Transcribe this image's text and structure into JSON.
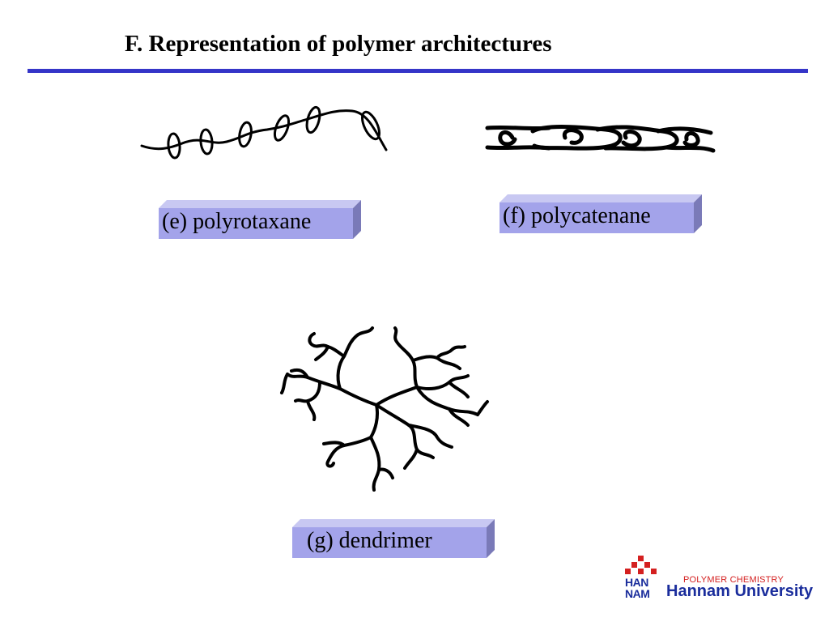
{
  "slide": {
    "title": "F. Representation of polymer architectures",
    "accent_color": "#3535c8"
  },
  "panels": [
    {
      "label": "(e) polyrotaxane",
      "figure": "polyrotaxane"
    },
    {
      "label": "(f) polycatenane",
      "figure": "polycatenane"
    },
    {
      "label": "(g) dendrimer",
      "figure": "dendrimer"
    }
  ],
  "label_box": {
    "face_color": "#a3a3ea",
    "top_color": "#c8c8f2",
    "side_color": "#7a7ab8"
  },
  "logo": {
    "han_line1": "HAN",
    "han_line2": "NAM",
    "subtitle": "POLYMER  CHEMISTRY",
    "name": "Hannam University",
    "mark_color": "#d42020",
    "name_color": "#1a2d9c"
  }
}
